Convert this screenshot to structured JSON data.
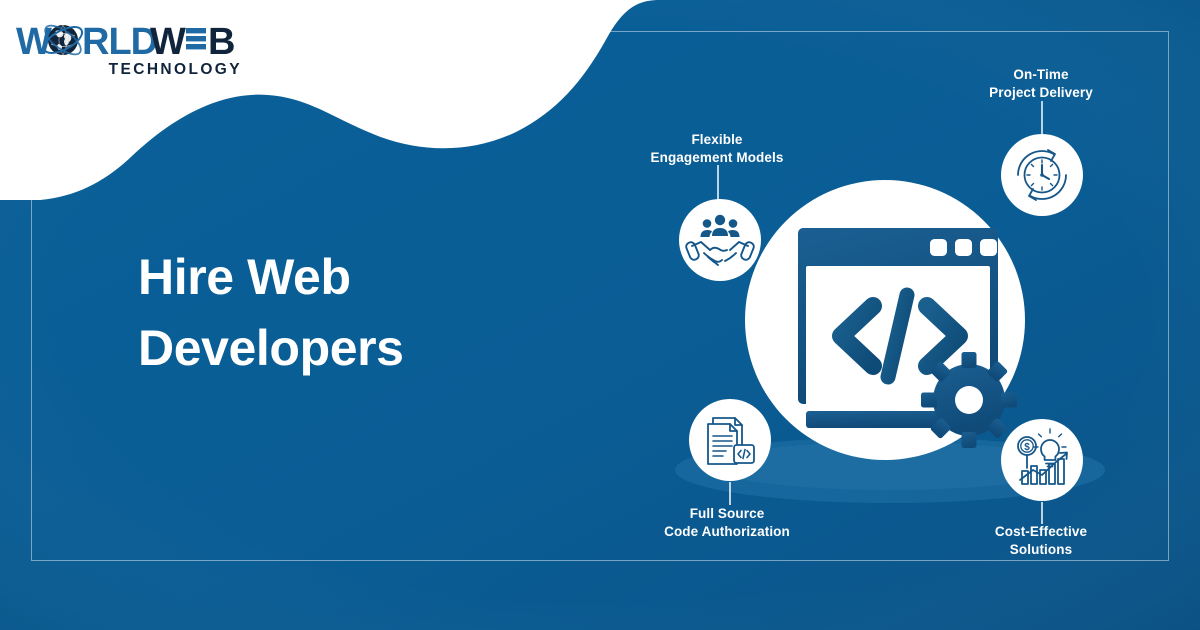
{
  "brand": {
    "name_part1": "W",
    "name_part2": "RLD",
    "name_part3": "W",
    "name_part4": "B",
    "tagline": "TECHNOLOGY",
    "logo_icon": "globe-icon",
    "full_name": "WORLD WEB TECHNOLOGY"
  },
  "headline": {
    "line1": "Hire Web",
    "line2": "Developers"
  },
  "features": [
    {
      "id": "flexible-engagement-models",
      "line1": "Flexible",
      "line2": "Engagement Models",
      "icon": "handshake-icon"
    },
    {
      "id": "on-time-project-delivery",
      "line1": "On-Time",
      "line2": "Project Delivery",
      "icon": "clock-refresh-icon"
    },
    {
      "id": "full-source-code-authorization",
      "line1": "Full Source",
      "line2": "Code Authorization",
      "icon": "documents-code-icon"
    },
    {
      "id": "cost-effective-solutions",
      "line1": "Cost-Effective",
      "line2": "Solutions",
      "icon": "growth-chart-bulb-icon"
    }
  ],
  "illustration": {
    "main_icon": "code-browser-window-icon",
    "code_glyph": "</>",
    "gear_icon": "gear-icon",
    "window_dots": 3
  },
  "colors": {
    "background": "#0a5f98",
    "background_dark": "#0a5286",
    "shadow_ellipse": "#1f6fa5",
    "brand_dark": "#10243b",
    "brand_blue": "#1f6aa5",
    "icon_blue": "#16578a",
    "white": "#ffffff",
    "frame_line": "rgba(255,255,255,0.45)"
  }
}
